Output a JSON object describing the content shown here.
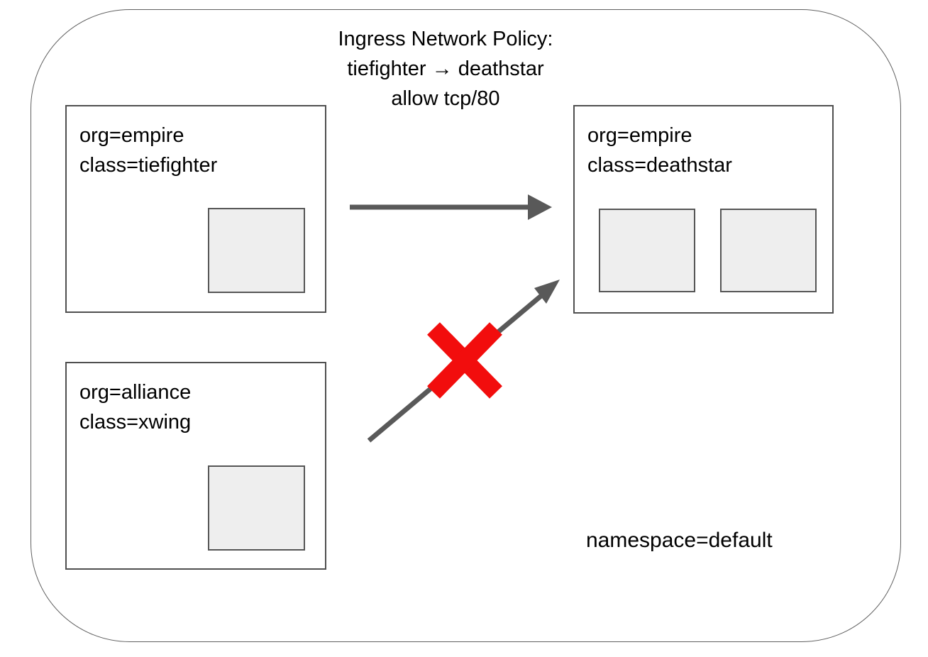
{
  "diagram": {
    "title_lines": [
      "Ingress Network Policy:",
      "tiefighter → deathstar",
      "allow tcp/80"
    ],
    "namespace_label": "namespace=default",
    "groups": [
      {
        "id": "tiefighter",
        "labels": [
          "org=empire",
          "class=tiefighter"
        ],
        "pod_count": 1
      },
      {
        "id": "deathstar",
        "labels": [
          "org=empire",
          "class=deathstar"
        ],
        "pod_count": 2
      },
      {
        "id": "xwing",
        "labels": [
          "org=alliance",
          "class=xwing"
        ],
        "pod_count": 1
      }
    ],
    "arrows": [
      {
        "id": "tiefighter-to-deathstar",
        "status": "allowed"
      },
      {
        "id": "xwing-to-deathstar",
        "status": "blocked"
      }
    ],
    "colors": {
      "boundary_border": "#606060",
      "group_border": "#4f4f4f",
      "pod_fill": "#eeeeee",
      "pod_border": "#555555",
      "arrow": "#595959",
      "blocked_x": "#f20d0d",
      "text": "#000000",
      "background": "#ffffff"
    }
  }
}
